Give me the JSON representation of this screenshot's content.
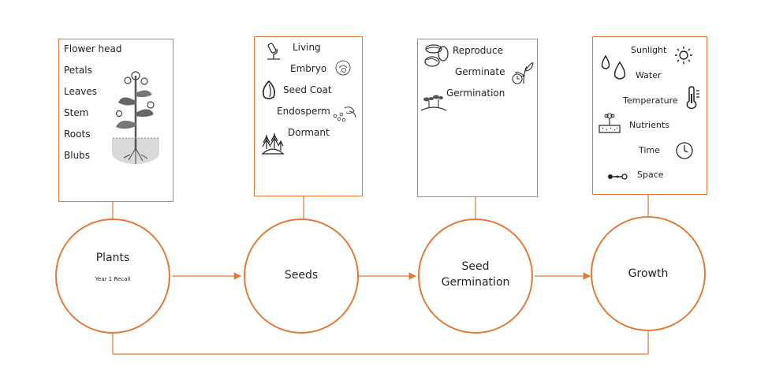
{
  "accent_color": "#e07b39",
  "nodes": [
    {
      "title": "Plants",
      "subtitle": "Year 1 Recall"
    },
    {
      "title": "Seeds"
    },
    {
      "title_line1": "Seed",
      "title_line2": "Germination"
    },
    {
      "title": "Growth"
    }
  ],
  "boxes": {
    "plants": [
      "Flower head",
      "Petals",
      "Leaves",
      "Stem",
      "Roots",
      "Blubs"
    ],
    "seeds": [
      "Living",
      "Embryo",
      "Seed Coat",
      "Endosperm",
      "Dormant"
    ],
    "germination": [
      "Reproduce",
      "Germinate",
      "Germination"
    ],
    "growth": [
      "Sunlight",
      "Water",
      "Temperature",
      "Nutrients",
      "Time",
      "Space"
    ]
  },
  "icons": {
    "plants": [
      "plant-icon"
    ],
    "seeds": [
      "microscope-icon",
      "embryo-icon",
      "seed-coat-icon",
      "endosperm-icon",
      "dormant-trees-icon"
    ],
    "germination": [
      "seeds-icon",
      "germinate-clock-icon",
      "sprout-icon"
    ],
    "growth": [
      "sun-icon",
      "water-drops-icon",
      "thermometer-icon",
      "nutrients-icon",
      "clock-icon",
      "space-icon"
    ]
  }
}
